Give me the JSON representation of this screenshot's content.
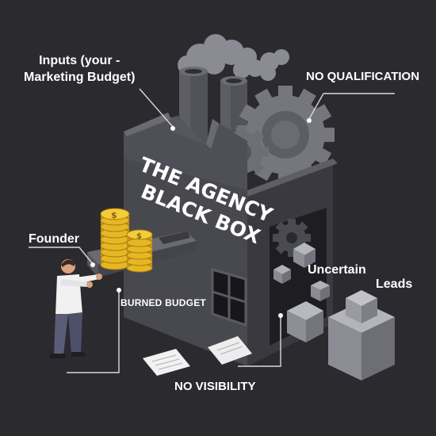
{
  "diagram": {
    "sign_line1": "THE AGENCY",
    "sign_line2": "BLACK BOX",
    "labels": {
      "inputs_line1": "Inputs (your -",
      "inputs_line2": "Marketing Budget)",
      "no_qualification": "NO QUALIFICATION",
      "founder": "Founder",
      "burned_budget": "BURNED BUDGET",
      "uncertain": "Uncertain",
      "leads": "Leads",
      "no_visibility": "NO VISIBILITY"
    },
    "coin_symbol": "$",
    "colors": {
      "background": "#2b2a2f",
      "factory_front": "#4a4a52",
      "factory_side": "#3a3a41",
      "factory_top": "#63636c",
      "gear": "#7a7a82",
      "smoke": "#8a8a92",
      "coin": "#e8b923",
      "cube": "#9a9aa3",
      "text": "#ffffff",
      "line": "#d9d9d9"
    },
    "icons": [
      "gear-icon",
      "coin-icon",
      "cube-icon",
      "paper-icon",
      "window-icon",
      "person-icon"
    ]
  }
}
